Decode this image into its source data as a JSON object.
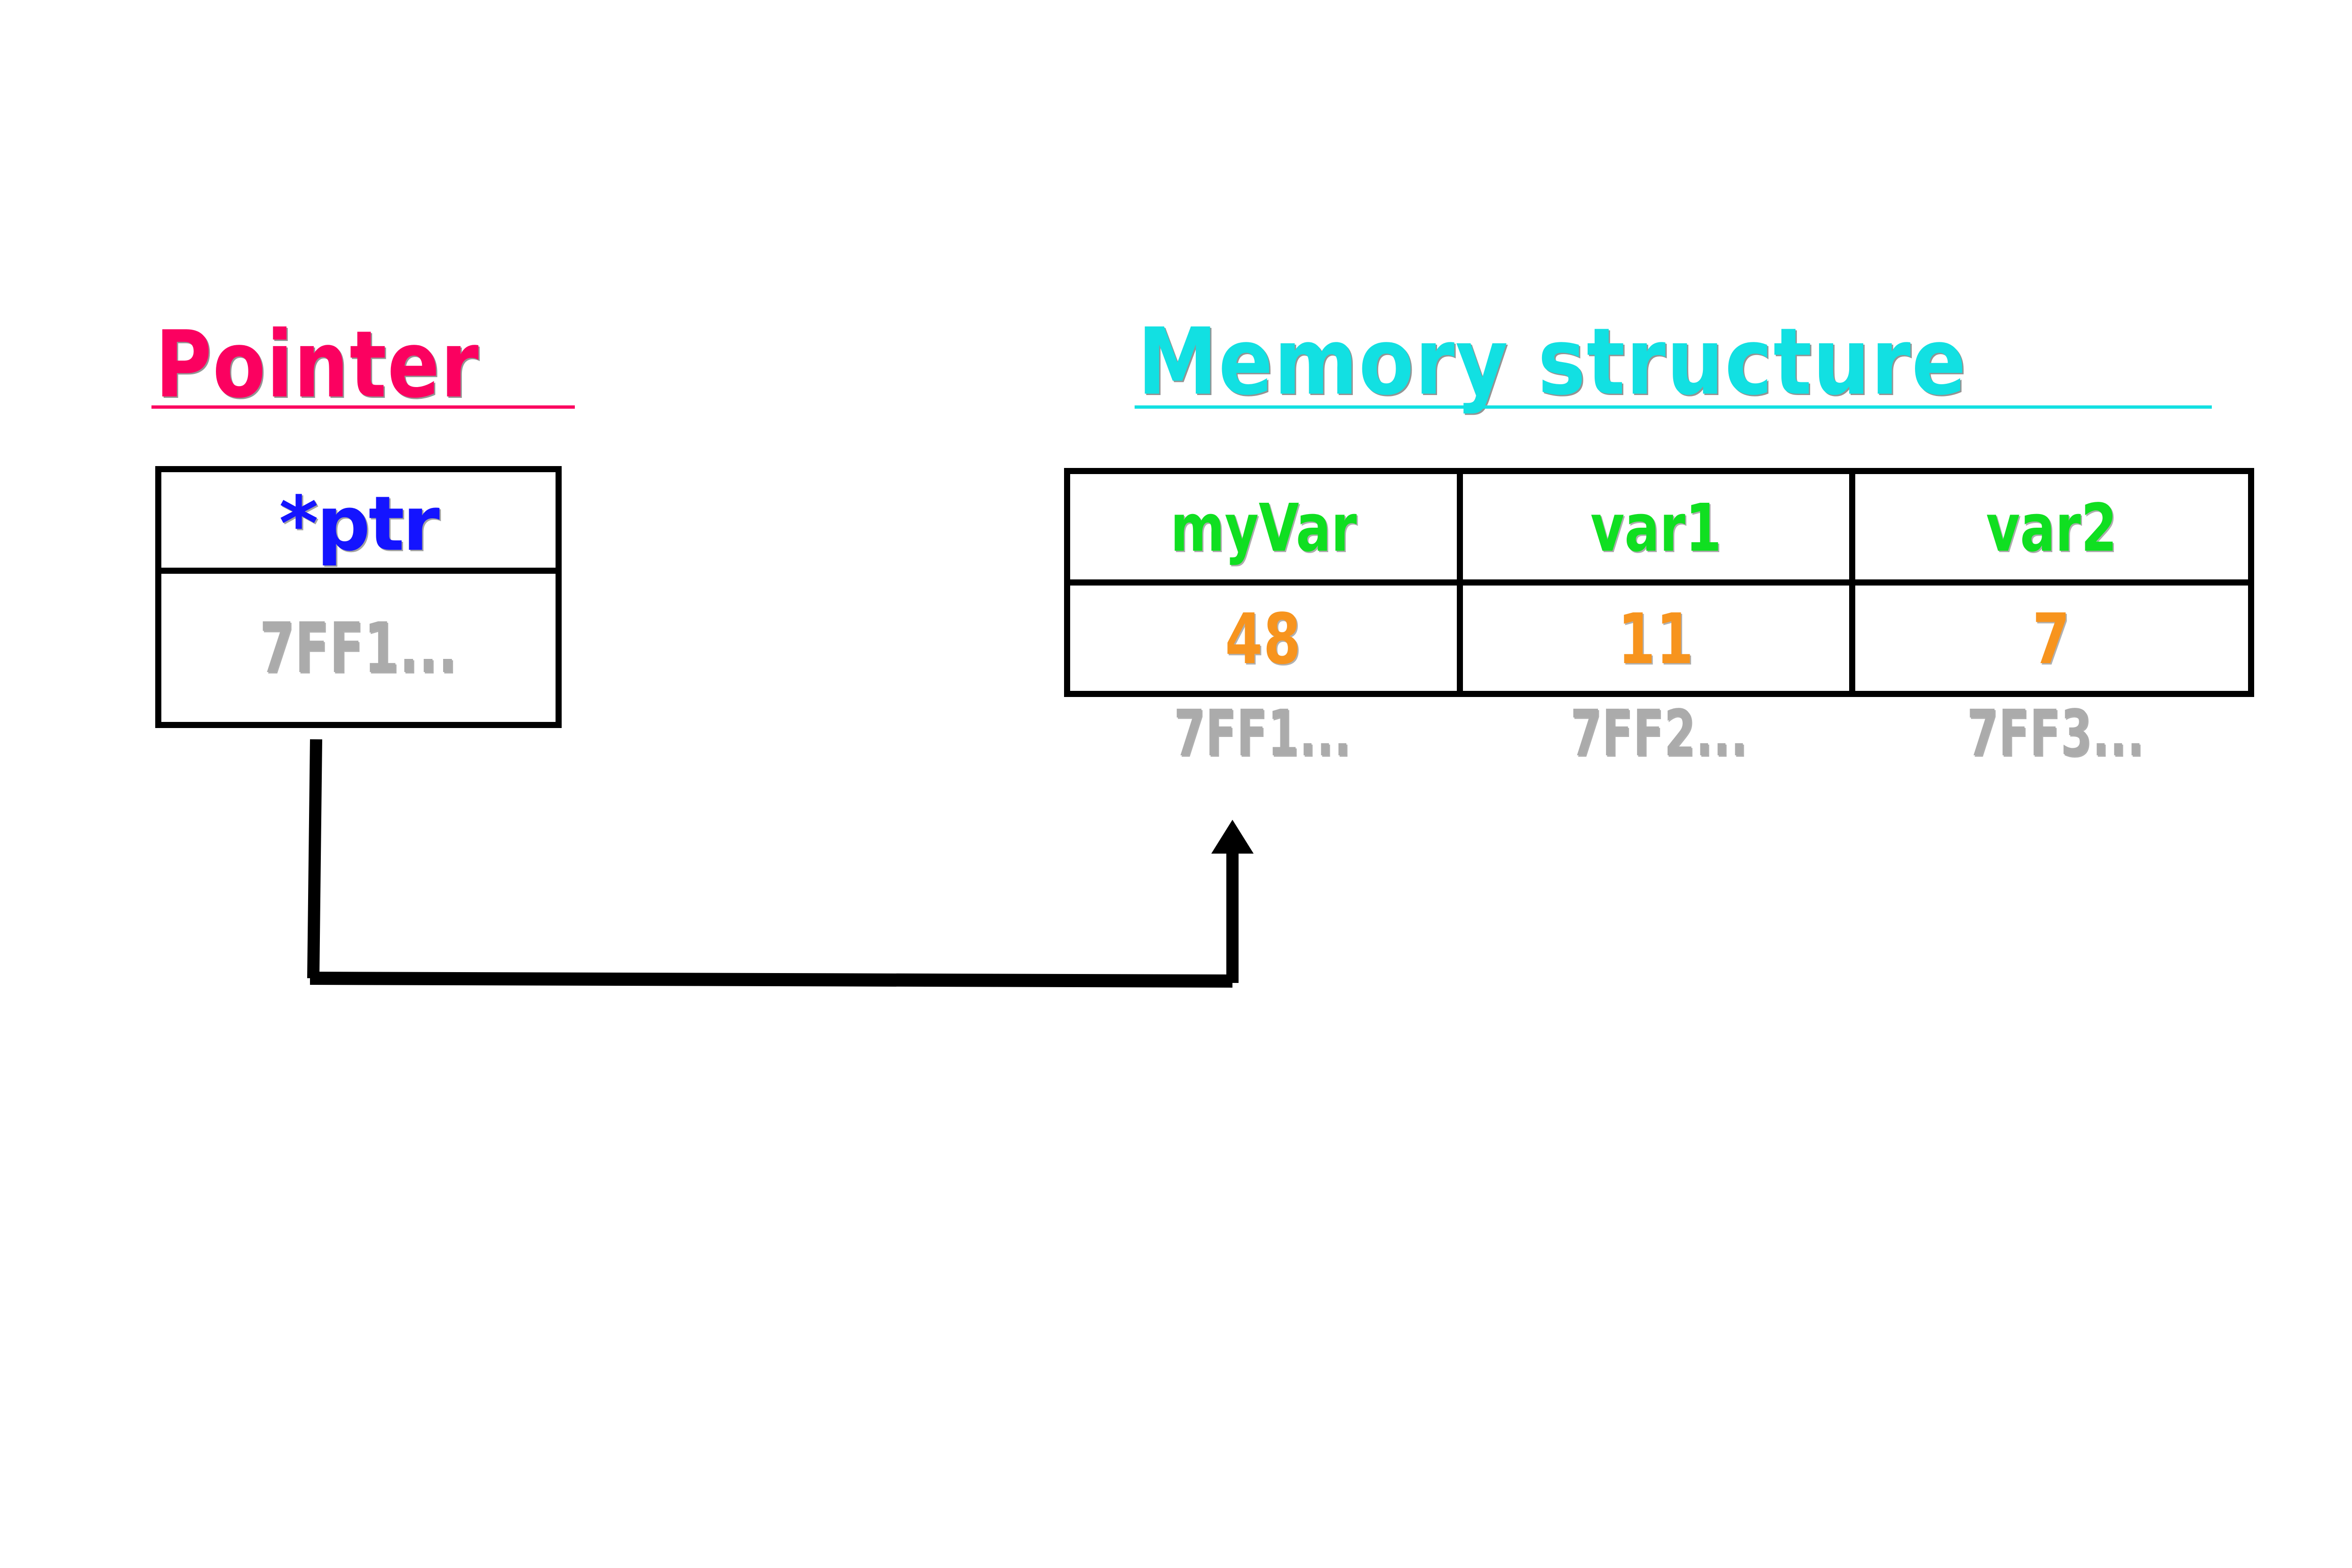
{
  "diagram": {
    "title_pointer": "Pointer",
    "title_memory": "Memory structure",
    "colors": {
      "pointer_heading": "#FB0160",
      "memory_heading": "#12E0E2",
      "variable_name": "#10DF21",
      "variable_value": "#F7941E",
      "address_gray": "#ABABAB",
      "pointer_name": "#1414FF",
      "border": "#000000",
      "background": "#FFFFFF"
    }
  },
  "pointer": {
    "name": "*ptr",
    "stored_address": "7FF1..."
  },
  "memory": {
    "cells": [
      {
        "name": "myVar",
        "value": "48",
        "address": "7FF1..."
      },
      {
        "name": "var1",
        "value": "11",
        "address": "7FF2..."
      },
      {
        "name": "var2",
        "value": "7",
        "address": "7FF3..."
      }
    ]
  },
  "connector": {
    "label": "points-to-arrow",
    "from": "pointer-box",
    "to": "memory-cell-myVar"
  }
}
